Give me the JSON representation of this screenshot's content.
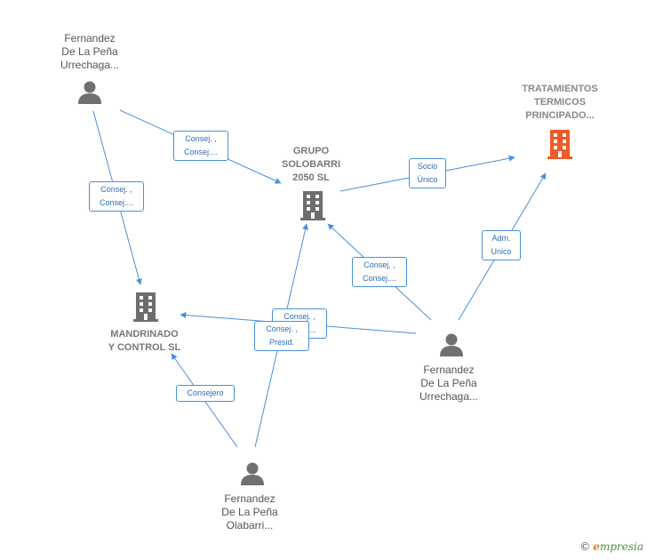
{
  "colors": {
    "edge": "#4a90d9",
    "person_icon": "#707070",
    "company_icon": "#6d6d6d",
    "highlight_company_icon": "#f05a28"
  },
  "nodes": {
    "person_top": {
      "lines": [
        "Fernandez",
        "De La Peña",
        "Urrechaga..."
      ],
      "icon": "person-icon"
    },
    "person_right": {
      "lines": [
        "Fernandez",
        "De La Peña",
        "Urrechaga..."
      ],
      "icon": "person-icon"
    },
    "person_bottom": {
      "lines": [
        "Fernandez",
        "De La Peña",
        "Olabarri..."
      ],
      "icon": "person-icon"
    },
    "grupo": {
      "lines": [
        "GRUPO",
        "SOLOBARRI",
        "2050  SL"
      ],
      "icon": "building-icon"
    },
    "mandrinado": {
      "lines": [
        "MANDRINADO",
        "Y CONTROL SL"
      ],
      "icon": "building-icon"
    },
    "tratamientos": {
      "lines": [
        "TRATAMIENTOS",
        "TERMICOS",
        "PRINCIPADO..."
      ],
      "icon": "building-icon"
    }
  },
  "edges": {
    "top_to_grupo": [
      "Consej. ,",
      "Consej...."
    ],
    "top_to_mandrinado": [
      "Consej. ,",
      "Consej...."
    ],
    "grupo_to_tratamientos": [
      "Socio",
      "Único"
    ],
    "right_to_grupo": [
      "Consej. ,",
      "Consej...."
    ],
    "right_to_tratamientos": [
      "Adm.",
      "Unico"
    ],
    "right_to_mandrinado": [
      "Consej. ,",
      "Consej...."
    ],
    "bottom_to_grupo": [
      "Consej. ,",
      "Presid."
    ],
    "bottom_to_mandrinado": [
      "Consejero"
    ]
  },
  "footer": {
    "copyright": "©",
    "brand_initial": "e",
    "brand_rest": "mpresia"
  }
}
